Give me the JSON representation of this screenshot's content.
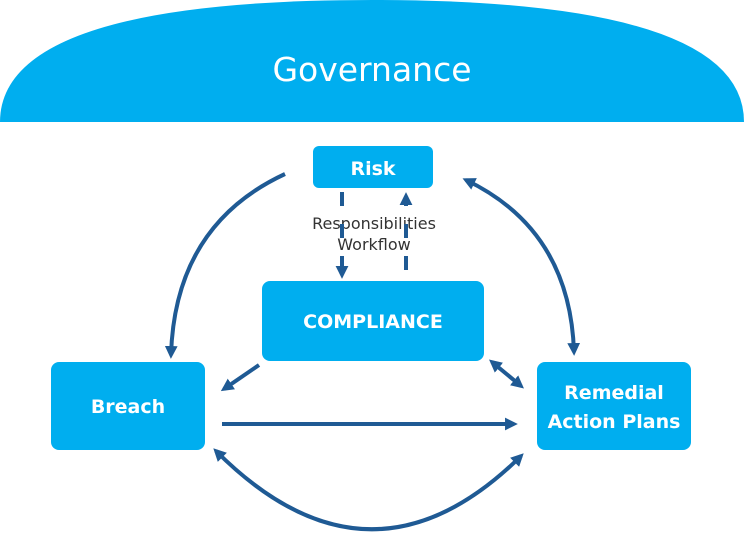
{
  "diagram": {
    "governance_label": "Governance",
    "nodes": {
      "risk": "Risk",
      "compliance": "COMPLIANCE",
      "breach": "Breach",
      "remedial_line1": "Remedial",
      "remedial_line2": "Action Plans"
    },
    "link_label_line1": "Responsibilities",
    "link_label_line2": "Workflow",
    "colors": {
      "box_fill": "#00aeef",
      "arrow": "#1f5a94",
      "text_light": "#ffffff",
      "text_dark": "#333333"
    }
  }
}
